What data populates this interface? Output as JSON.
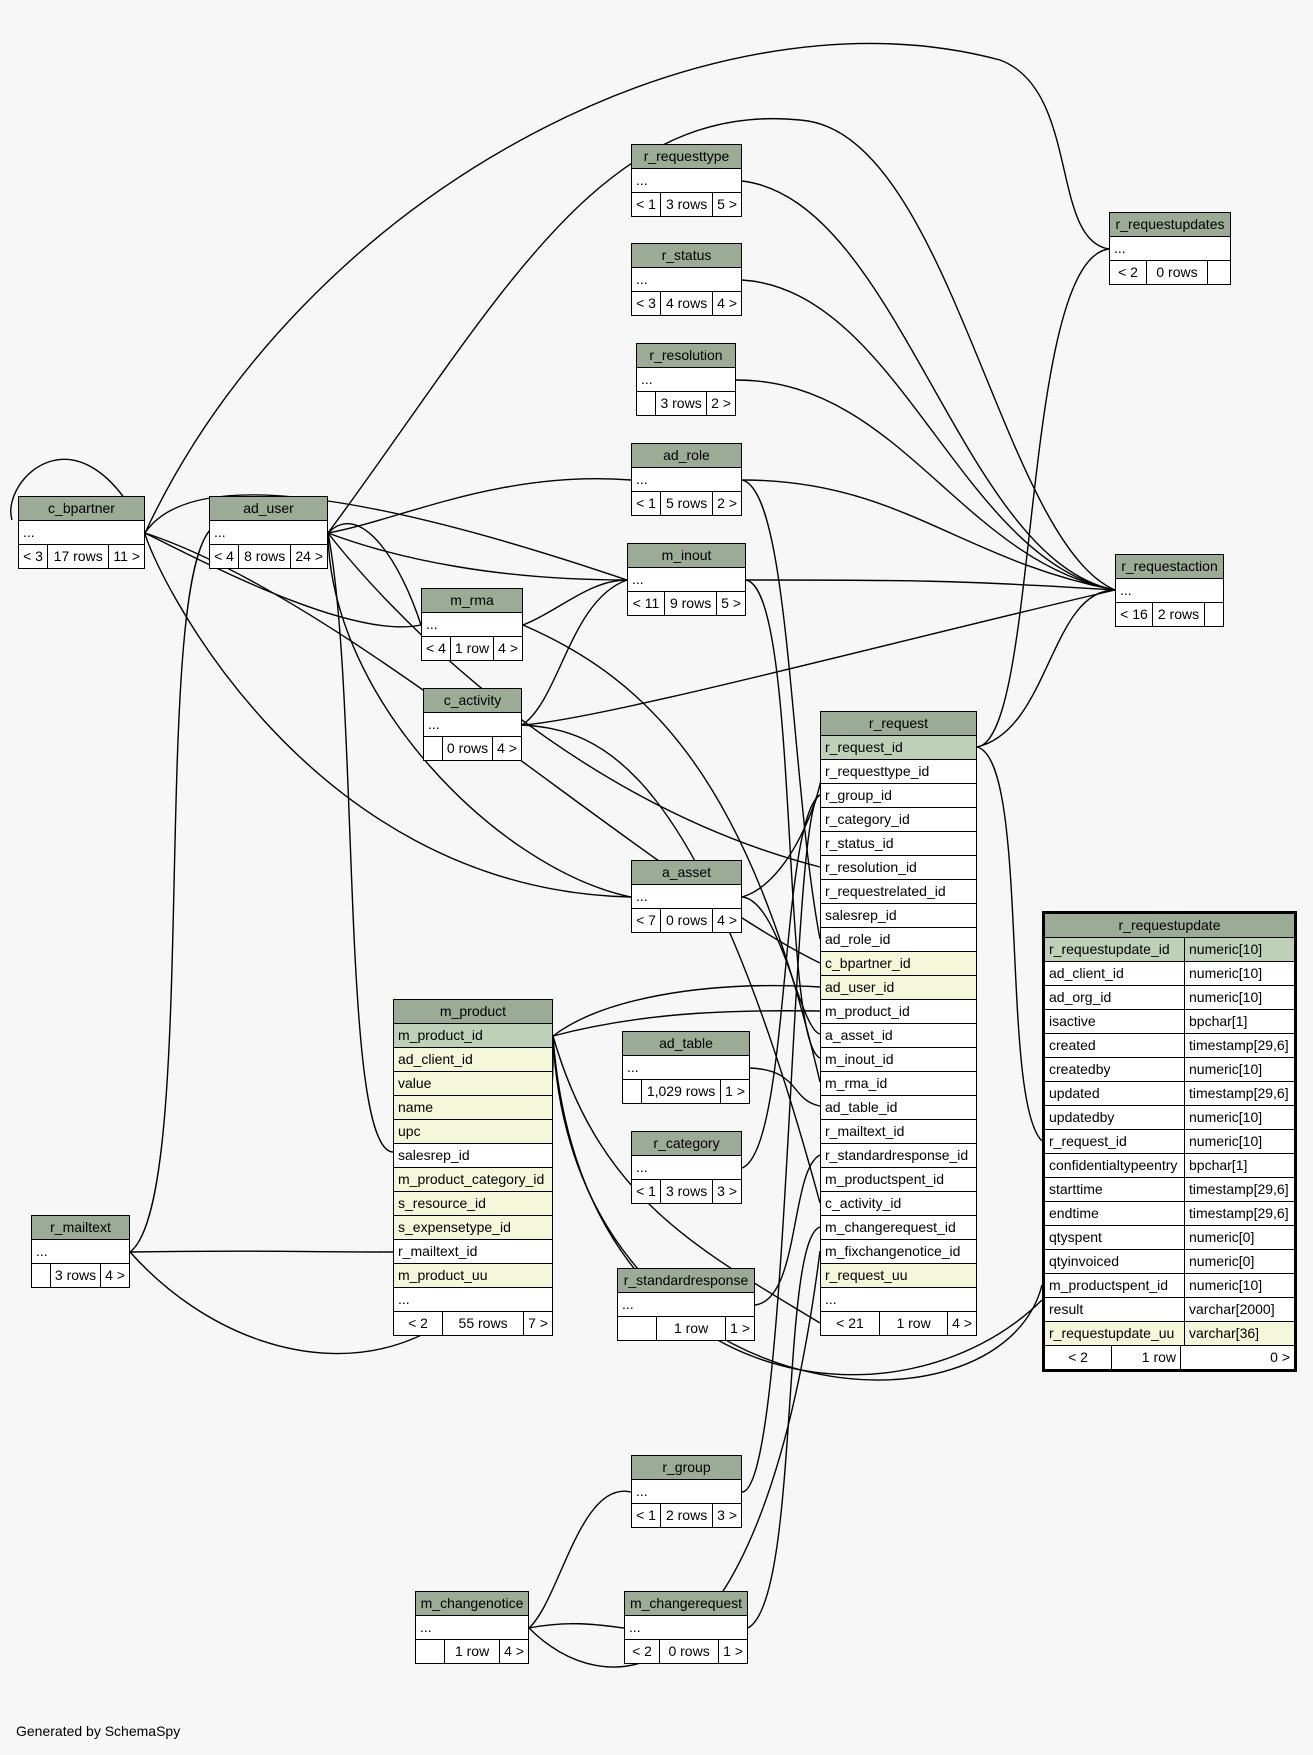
{
  "footer": "Generated by SchemaSpy",
  "colors": {
    "header": "#9bab96",
    "primary_key": "#bed1b8",
    "indexed": "#f4f7da",
    "background": "#f7f7f7"
  },
  "tables": {
    "r_requesttype": {
      "name": "r_requesttype",
      "rows": [
        "..."
      ],
      "foot": [
        "< 1",
        "3 rows",
        "5 >"
      ]
    },
    "r_status": {
      "name": "r_status",
      "rows": [
        "..."
      ],
      "foot": [
        "< 3",
        "4 rows",
        "4 >"
      ]
    },
    "r_resolution": {
      "name": "r_resolution",
      "rows": [
        "..."
      ],
      "foot": [
        "",
        "3 rows",
        "2 >"
      ]
    },
    "ad_role": {
      "name": "ad_role",
      "rows": [
        "..."
      ],
      "foot": [
        "< 1",
        "5 rows",
        "2 >"
      ]
    },
    "m_inout": {
      "name": "m_inout",
      "rows": [
        "..."
      ],
      "foot": [
        "< 11",
        "9 rows",
        "5 >"
      ]
    },
    "r_requestupdates": {
      "name": "r_requestupdates",
      "rows": [
        "..."
      ],
      "foot": [
        "< 2",
        "0 rows",
        ""
      ]
    },
    "r_requestaction": {
      "name": "r_requestaction",
      "rows": [
        "..."
      ],
      "foot": [
        "< 16",
        "2 rows",
        ""
      ]
    },
    "c_bpartner": {
      "name": "c_bpartner",
      "rows": [
        "..."
      ],
      "foot": [
        "< 3",
        "17 rows",
        "11 >"
      ]
    },
    "ad_user": {
      "name": "ad_user",
      "rows": [
        "..."
      ],
      "foot": [
        "< 4",
        "8 rows",
        "24 >"
      ]
    },
    "m_rma": {
      "name": "m_rma",
      "rows": [
        "..."
      ],
      "foot": [
        "< 4",
        "1 row",
        "4 >"
      ]
    },
    "c_activity": {
      "name": "c_activity",
      "rows": [
        "..."
      ],
      "foot": [
        "",
        "0 rows",
        "4 >"
      ]
    },
    "a_asset": {
      "name": "a_asset",
      "rows": [
        "..."
      ],
      "foot": [
        "< 7",
        "0 rows",
        "4 >"
      ]
    },
    "ad_table": {
      "name": "ad_table",
      "rows": [
        "..."
      ],
      "foot": [
        "",
        "1,029 rows",
        "1 >"
      ]
    },
    "r_category": {
      "name": "r_category",
      "rows": [
        "..."
      ],
      "foot": [
        "< 1",
        "3 rows",
        "3 >"
      ]
    },
    "r_standardresponse": {
      "name": "r_standardresponse",
      "rows": [
        "..."
      ],
      "foot": [
        "",
        "1 row",
        "1 >"
      ]
    },
    "r_mailtext": {
      "name": "r_mailtext",
      "rows": [
        "..."
      ],
      "foot": [
        "",
        "3 rows",
        "4 >"
      ]
    },
    "r_group": {
      "name": "r_group",
      "rows": [
        "..."
      ],
      "foot": [
        "< 1",
        "2 rows",
        "3 >"
      ]
    },
    "m_changenotice": {
      "name": "m_changenotice",
      "rows": [
        "..."
      ],
      "foot": [
        "",
        "1 row",
        "4 >"
      ]
    },
    "m_changerequest": {
      "name": "m_changerequest",
      "rows": [
        "..."
      ],
      "foot": [
        "< 2",
        "0 rows",
        "1 >"
      ]
    },
    "m_product": {
      "name": "m_product",
      "rows": [
        "m_product_id",
        "ad_client_id",
        "value",
        "name",
        "upc",
        "salesrep_id",
        "m_product_category_id",
        "s_resource_id",
        "s_expensetype_id",
        "r_mailtext_id",
        "m_product_uu",
        "..."
      ],
      "foot": [
        "< 2",
        "55 rows",
        "7 >"
      ]
    },
    "r_request": {
      "name": "r_request",
      "rows": [
        "r_request_id",
        "r_requesttype_id",
        "r_group_id",
        "r_category_id",
        "r_status_id",
        "r_resolution_id",
        "r_requestrelated_id",
        "salesrep_id",
        "ad_role_id",
        "c_bpartner_id",
        "ad_user_id",
        "m_product_id",
        "a_asset_id",
        "m_inout_id",
        "m_rma_id",
        "ad_table_id",
        "r_mailtext_id",
        "r_standardresponse_id",
        "m_productspent_id",
        "c_activity_id",
        "m_changerequest_id",
        "m_fixchangenotice_id",
        "r_request_uu",
        "..."
      ],
      "foot": [
        "< 21",
        "1 row",
        "4 >"
      ]
    },
    "r_requestupdate": {
      "name": "r_requestupdate",
      "rows": [
        "r_requestupdate_id",
        "ad_client_id",
        "ad_org_id",
        "isactive",
        "created",
        "createdby",
        "updated",
        "updatedby",
        "r_request_id",
        "confidentialtypeentry",
        "starttime",
        "endtime",
        "qtyspent",
        "qtyinvoiced",
        "m_productspent_id",
        "result",
        "r_requestupdate_uu"
      ],
      "types": [
        "numeric[10]",
        "numeric[10]",
        "numeric[10]",
        "bpchar[1]",
        "timestamp[29,6]",
        "numeric[10]",
        "timestamp[29,6]",
        "numeric[10]",
        "numeric[10]",
        "bpchar[1]",
        "timestamp[29,6]",
        "timestamp[29,6]",
        "numeric[0]",
        "numeric[0]",
        "numeric[10]",
        "varchar[2000]",
        "varchar[36]"
      ],
      "foot": [
        "< 2",
        "1 row",
        "0 >"
      ]
    }
  }
}
